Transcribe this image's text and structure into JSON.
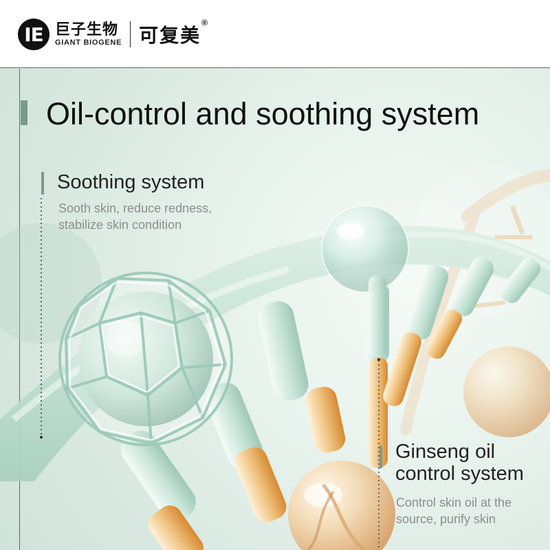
{
  "brand": {
    "logo_glyph": "IE",
    "cn_name": "巨子生物",
    "en_name": "GIANT BIOGENE",
    "product_name": "可复美",
    "trademark": "®"
  },
  "headline": {
    "title": "Oil-control and soothing system"
  },
  "sections": [
    {
      "title": "Soothing system",
      "description_lines": [
        "Sooth skin, reduce redness,",
        "stabilize skin condition"
      ]
    },
    {
      "title_lines": [
        "Ginseng oil",
        "control system"
      ],
      "description_lines": [
        "Control skin oil at the",
        "source, purify skin"
      ]
    }
  ],
  "colors": {
    "background": "#d9e9e1",
    "accent": "#7a9b8c",
    "dna_green": "#a9d3bf",
    "amber": "#e3a24f"
  },
  "icons": {
    "brand_logo": "giant-biogene-logo-icon",
    "dna_helix": "dna-helix-illustration",
    "cage_sphere": "molecule-cage-sphere",
    "clear_sphere": "transparent-sphere",
    "amber_sphere": "amber-oil-sphere"
  }
}
